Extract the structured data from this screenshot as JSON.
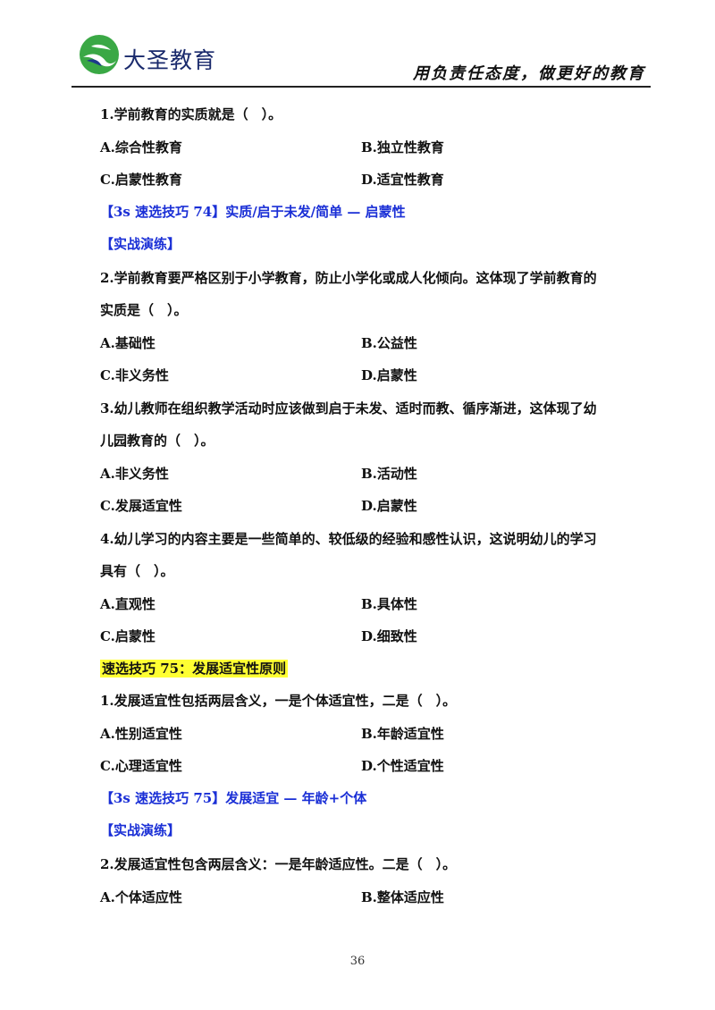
{
  "header": {
    "brand": "大圣教育",
    "slogan": "用负责任态度，做更好的教育",
    "logo_colors": {
      "circle": "#3aa845",
      "swoosh": "#1d3a8a"
    }
  },
  "q1": {
    "stem": "1.学前教育的实质就是（　）。",
    "a": "A.综合性教育",
    "b": "B.独立性教育",
    "c": "C.启蒙性教育",
    "d": "D.适宜性教育"
  },
  "tip74": "【3s 速选技巧 74】实质/启于未发/简单 — 启蒙性",
  "practice1": "【实战演练】",
  "q2": {
    "stem_line1": "2.学前教育要严格区别于小学教育，防止小学化或成人化倾向。这体现了学前教育的",
    "stem_line2": "实质是（　）。",
    "a": "A.基础性",
    "b": "B.公益性",
    "c": "C.非义务性",
    "d": "D.启蒙性"
  },
  "q3": {
    "stem_line1": "3.幼儿教师在组织教学活动时应该做到启于未发、适时而教、循序渐进，这体现了幼",
    "stem_line2": "儿园教育的（　）。",
    "a": "A.非义务性",
    "b": "B.活动性",
    "c": "C.发展适宜性",
    "d": "D.启蒙性"
  },
  "q4": {
    "stem_line1": "4.幼儿学习的内容主要是一些简单的、较低级的经验和感性认识，这说明幼儿的学习",
    "stem_line2": "具有（　）。",
    "a": "A.直观性",
    "b": "B.具体性",
    "c": "C.启蒙性",
    "d": "D.细致性"
  },
  "section75": "速选技巧 75：发展适宜性原则",
  "q5": {
    "stem": "1.发展适宜性包括两层含义，一是个体适宜性，二是（　）。",
    "a": "A.性别适宜性",
    "b": "B.年龄适宜性",
    "c": "C.心理适宜性",
    "d": "D.个性适宜性"
  },
  "tip75": "【3s 速选技巧 75】发展适宜 — 年龄+个体",
  "practice2": "【实战演练】",
  "q6": {
    "stem": "2.发展适宜性包含两层含义：一是年龄适应性。二是（　）。",
    "a": "A.个体适应性",
    "b": "B.整体适应性"
  },
  "page_number": "36"
}
